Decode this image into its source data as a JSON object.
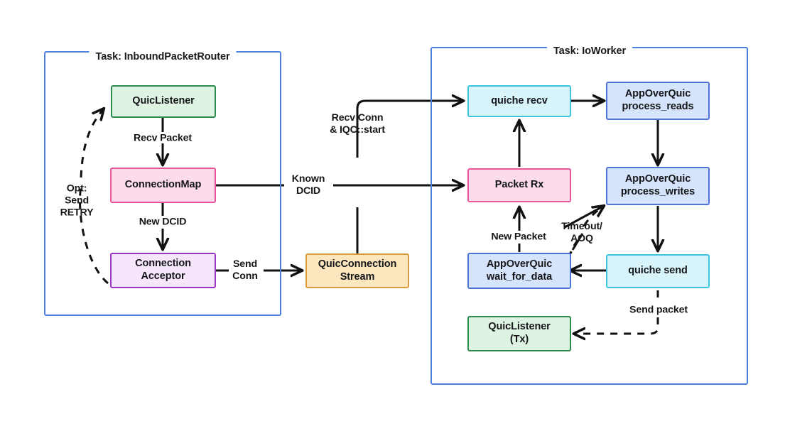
{
  "diagram": {
    "title": "QUIC connection handling task flow",
    "background": "#ffffff",
    "panel_border_color": "#4d7fdd",
    "line_color": "#111111"
  },
  "panels": [
    {
      "id": "inbound",
      "label": "Task: InboundPacketRouter"
    },
    {
      "id": "ioworker",
      "label": "Task: IoWorker"
    }
  ],
  "nodes": {
    "quic_listener": {
      "label": "QuicListener",
      "fill": "#dff3e3",
      "border": "#2f8a4e"
    },
    "connection_map": {
      "label": "ConnectionMap",
      "fill": "#fcdcea",
      "border": "#e8559a"
    },
    "connection_acceptor": {
      "label_line1": "Connection",
      "label_line2": "Acceptor",
      "fill": "#f6e6fb",
      "border": "#9b36c4"
    },
    "quic_connection_stream": {
      "label_line1": "QuicConnection",
      "label_line2": "Stream",
      "fill": "#fbe6be",
      "border": "#d99b3d"
    },
    "quiche_recv": {
      "label": "quiche recv",
      "fill": "#d6f4fa",
      "border": "#3cc4dd"
    },
    "aoq_process_reads": {
      "label_line1": "AppOverQuic",
      "label_line2": "process_reads",
      "fill": "#d6e4fb",
      "border": "#4d72d8"
    },
    "aoq_process_writes": {
      "label_line1": "AppOverQuic",
      "label_line2": "process_writes",
      "fill": "#d6e4fb",
      "border": "#4d72d8"
    },
    "packet_rx": {
      "label": "Packet Rx",
      "fill": "#fcdcea",
      "border": "#e8559a"
    },
    "aoq_wait_for_data": {
      "label_line1": "AppOverQuic",
      "label_line2": "wait_for_data",
      "fill": "#d6e4fb",
      "border": "#4d72d8"
    },
    "quiche_send": {
      "label": "quiche send",
      "fill": "#d6f4fa",
      "border": "#3cc4dd"
    },
    "quic_listener_tx": {
      "label_line1": "QuicListener",
      "label_line2": "(Tx)",
      "fill": "#dff3e3",
      "border": "#2f8a4e"
    }
  },
  "edge_labels": {
    "recv_packet": "Recv Packet",
    "new_dcid": "New DCID",
    "opt_send_retry": "Opt:\nSend\nRETRY",
    "send_conn": "Send\nConn",
    "known_dcid": "Known\nDCID",
    "recv_conn_start": "Recv Conn\n& IQC::start",
    "new_packet": "New Packet",
    "timeout_aoq": "Timeout/\nAOQ",
    "send_packet": "Send packet"
  }
}
